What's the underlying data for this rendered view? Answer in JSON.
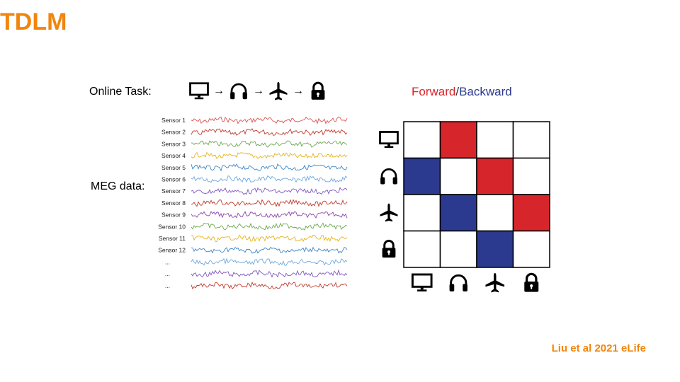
{
  "header": {
    "title": "TDLM"
  },
  "citation": "Liu et al 2021 eLife",
  "task": {
    "label": "Online Task:",
    "sequence": [
      "monitor-icon",
      "headphones-icon",
      "airplane-icon",
      "lock-icon"
    ],
    "arrow": "→"
  },
  "meg": {
    "label": "MEG data:",
    "sensors": [
      "Sensor 1",
      "Sensor 2",
      "Sensor 3",
      "Sensor 4",
      "Sensor 5",
      "Sensor 6",
      "Sensor 7",
      "Sensor 8",
      "Sensor 9",
      "Sensor 10",
      "Sensor 11",
      "Sensor 12",
      "...",
      "...",
      "..."
    ],
    "trace_colors": [
      "#d9534f",
      "#c0392b",
      "#6aa84f",
      "#e6b422",
      "#3d85c6",
      "#6fa8dc",
      "#7e57c2",
      "#c0392b",
      "#8e44ad",
      "#6aa84f",
      "#e6b422",
      "#3d85c6",
      "#6fa8dc",
      "#7e57c2",
      "#c0392b"
    ]
  },
  "matrix_legend": {
    "forward": "Forward",
    "slash": "/",
    "backward": "Backward"
  },
  "matrix": {
    "rows": [
      "monitor-icon",
      "headphones-icon",
      "airplane-icon",
      "lock-icon"
    ],
    "cols": [
      "monitor-icon",
      "headphones-icon",
      "airplane-icon",
      "lock-icon"
    ],
    "cells": [
      [
        "empty",
        "forward",
        "empty",
        "empty"
      ],
      [
        "backward",
        "empty",
        "forward",
        "empty"
      ],
      [
        "empty",
        "backward",
        "empty",
        "forward"
      ],
      [
        "empty",
        "empty",
        "backward",
        "empty"
      ]
    ],
    "colors": {
      "forward": "#d7262b",
      "backward": "#2b3a8f",
      "empty": "#ffffff"
    }
  }
}
